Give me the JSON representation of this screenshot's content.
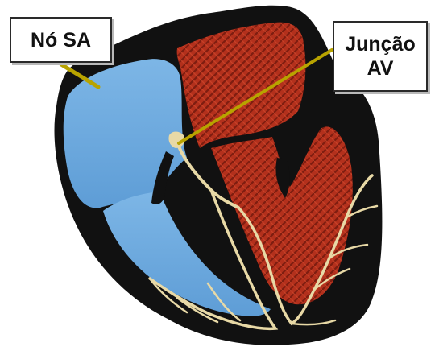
{
  "labels": {
    "sa_node": "Nó SA",
    "av_junction_line1": "Junção",
    "av_junction_line2": "AV"
  },
  "colors": {
    "myocardium": "#111111",
    "right_side": "#6aa9de",
    "left_side": "#b6301d",
    "conduction": "#e8d9a6",
    "pointer": "#b8a300",
    "background": "#ffffff"
  }
}
